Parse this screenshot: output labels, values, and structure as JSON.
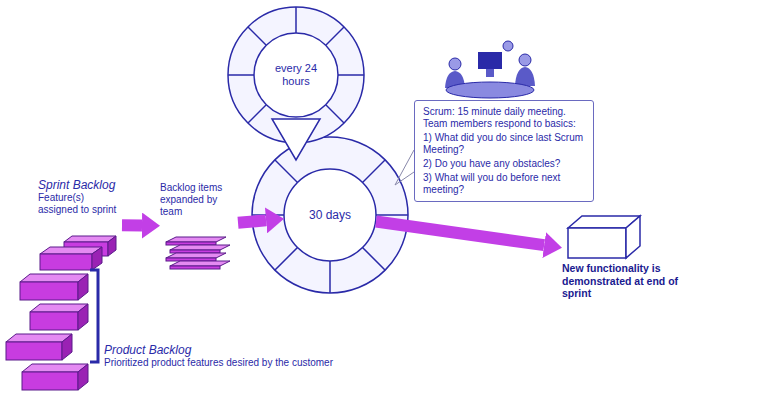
{
  "diagram": {
    "nodes": [
      {
        "text": [
          "Sprint Backlog",
          "Feature(s) assigned to sprint"
        ]
      },
      {
        "text": [
          "Backlog items expanded by team"
        ]
      },
      {
        "text": [
          "every 24 hours"
        ]
      },
      {
        "text": [
          "30 days"
        ]
      },
      {
        "text": [
          "Scrum: 15 minute daily meeting. Team members respond to basics:",
          "1) What did you do since last Scrum Meeting?",
          "2) Do you have any obstacles?",
          "3) What will you do before next meeting?"
        ]
      },
      {
        "text": [
          "New functionality is demonstrated at end of sprint"
        ]
      },
      {
        "text": [
          "Product Backlog",
          "Prioritized product features desired by the customer"
        ]
      }
    ],
    "edges": [
      {
        "from": 0,
        "to": 1,
        "arrow": "to"
      },
      {
        "from": 1,
        "to": 3,
        "arrow": "to"
      },
      {
        "from": 3,
        "to": 5,
        "arrow": "to"
      }
    ]
  }
}
